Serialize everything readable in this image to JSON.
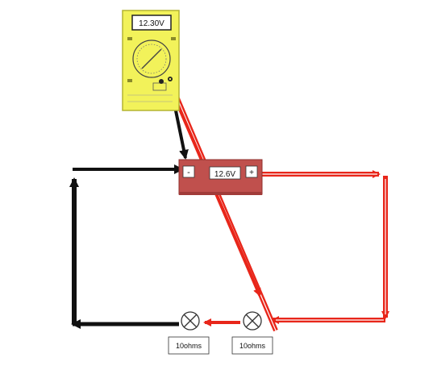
{
  "multimeter": {
    "reading": "12.30V",
    "body_color": "#f2f25a",
    "display_bg": "#ffffff"
  },
  "battery": {
    "label": "12.6V",
    "negative_symbol": "-",
    "positive_symbol": "+",
    "color": "#c0504d"
  },
  "lamps": [
    {
      "label": "10ohms"
    },
    {
      "label": "10ohms"
    }
  ],
  "wires": {
    "negative_color": "#111111",
    "positive_color": "#e8261a",
    "positive_highlight": "#ffffff"
  },
  "icons": {
    "lamp": "lamp-x-icon",
    "arrow": "arrowhead-icon"
  }
}
